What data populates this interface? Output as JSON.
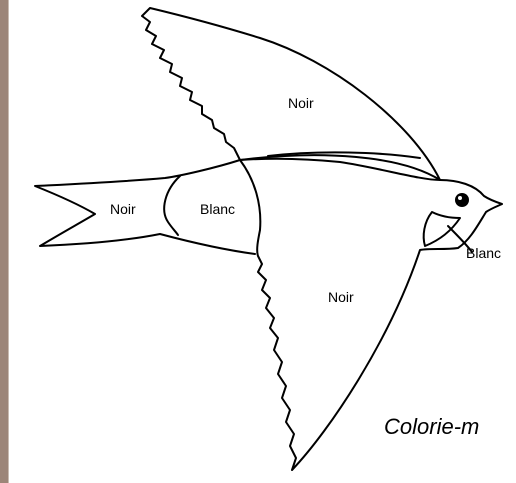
{
  "labels": {
    "upper_wing": "Noir",
    "tail": "Noir",
    "rump": "Blanc",
    "throat": "Blanc",
    "lower_wing": "Noir"
  },
  "caption": "Colorie-m",
  "colors": {
    "border": "#9c8578",
    "outline": "#000000",
    "background": "#ffffff"
  }
}
